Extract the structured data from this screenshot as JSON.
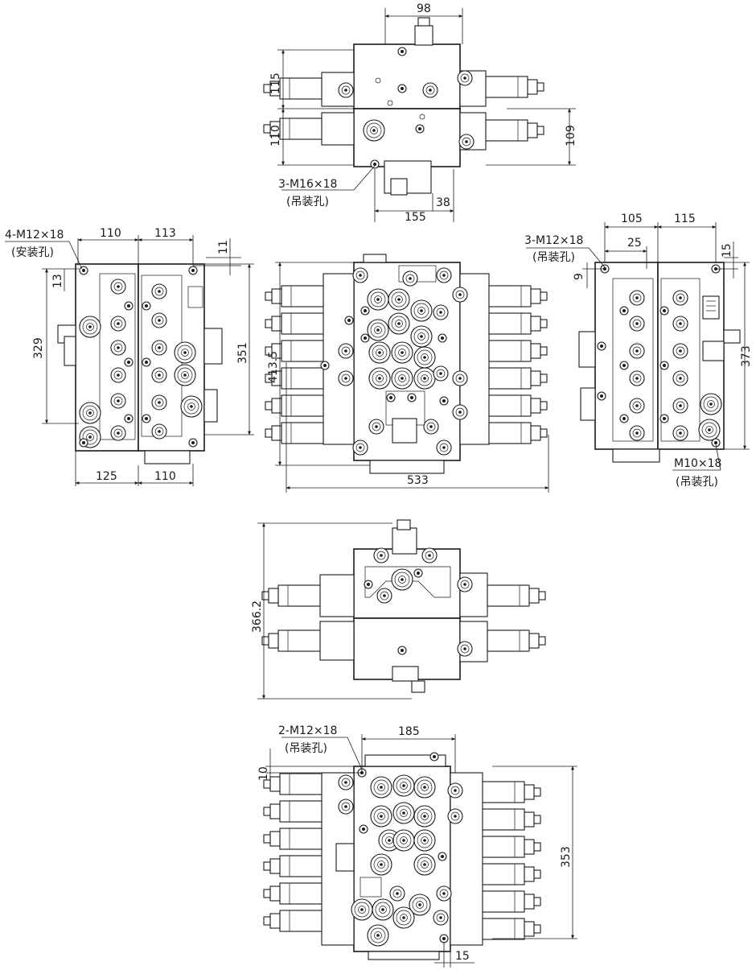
{
  "dims": {
    "top_98": "98",
    "top_115": "115",
    "top_110": "110",
    "top_109": "109",
    "top_155": "155",
    "top_38": "38",
    "top_hole": "3-M16×18",
    "top_hole_note": "(吊装孔)",
    "left_hole": "4-M12×18",
    "left_hole_note": "(安装孔)",
    "left_110": "110",
    "left_113": "113",
    "left_11": "11",
    "left_13": "13",
    "left_329": "329",
    "left_351": "351",
    "left_125": "125",
    "left_110b": "110",
    "front_413": "413.5",
    "front_533": "533",
    "right_hole": "3-M12×18",
    "right_hole_note": "(吊装孔)",
    "right_105": "105",
    "right_115": "115",
    "right_25": "25",
    "right_15": "15",
    "right_9": "9",
    "right_373": "373",
    "right_hole2": "M10×18",
    "right_hole2_note": "(吊装孔)",
    "mid_366": "366.2",
    "bot_hole": "2-M12×18",
    "bot_hole_note": "(吊装孔)",
    "bot_185": "185",
    "bot_10": "10",
    "bot_353": "353",
    "bot_15": "15"
  }
}
